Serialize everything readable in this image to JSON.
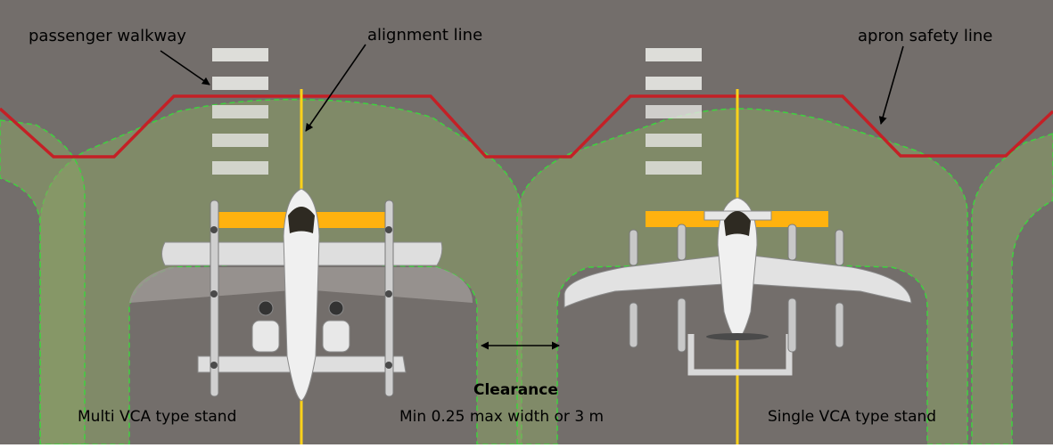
{
  "labels": {
    "passenger_walkway": "passenger walkway",
    "alignment_line": "alignment line",
    "apron_safety_line": "apron safety line",
    "clearance_title": "Clearance",
    "clearance_rule": "Min 0.25 max width or 3 m",
    "multi_stand": "Multi VCA type stand",
    "single_stand": "Single VCA type stand"
  },
  "colors": {
    "apron": "#736e6b",
    "safety_line": "#c42026",
    "alignment_line": "#ffd21a",
    "stand_bar": "#ffb20f",
    "envelope_fill": "#8aa366",
    "envelope_stroke": "#3fd23f",
    "walkway": "#e6e6e3"
  }
}
